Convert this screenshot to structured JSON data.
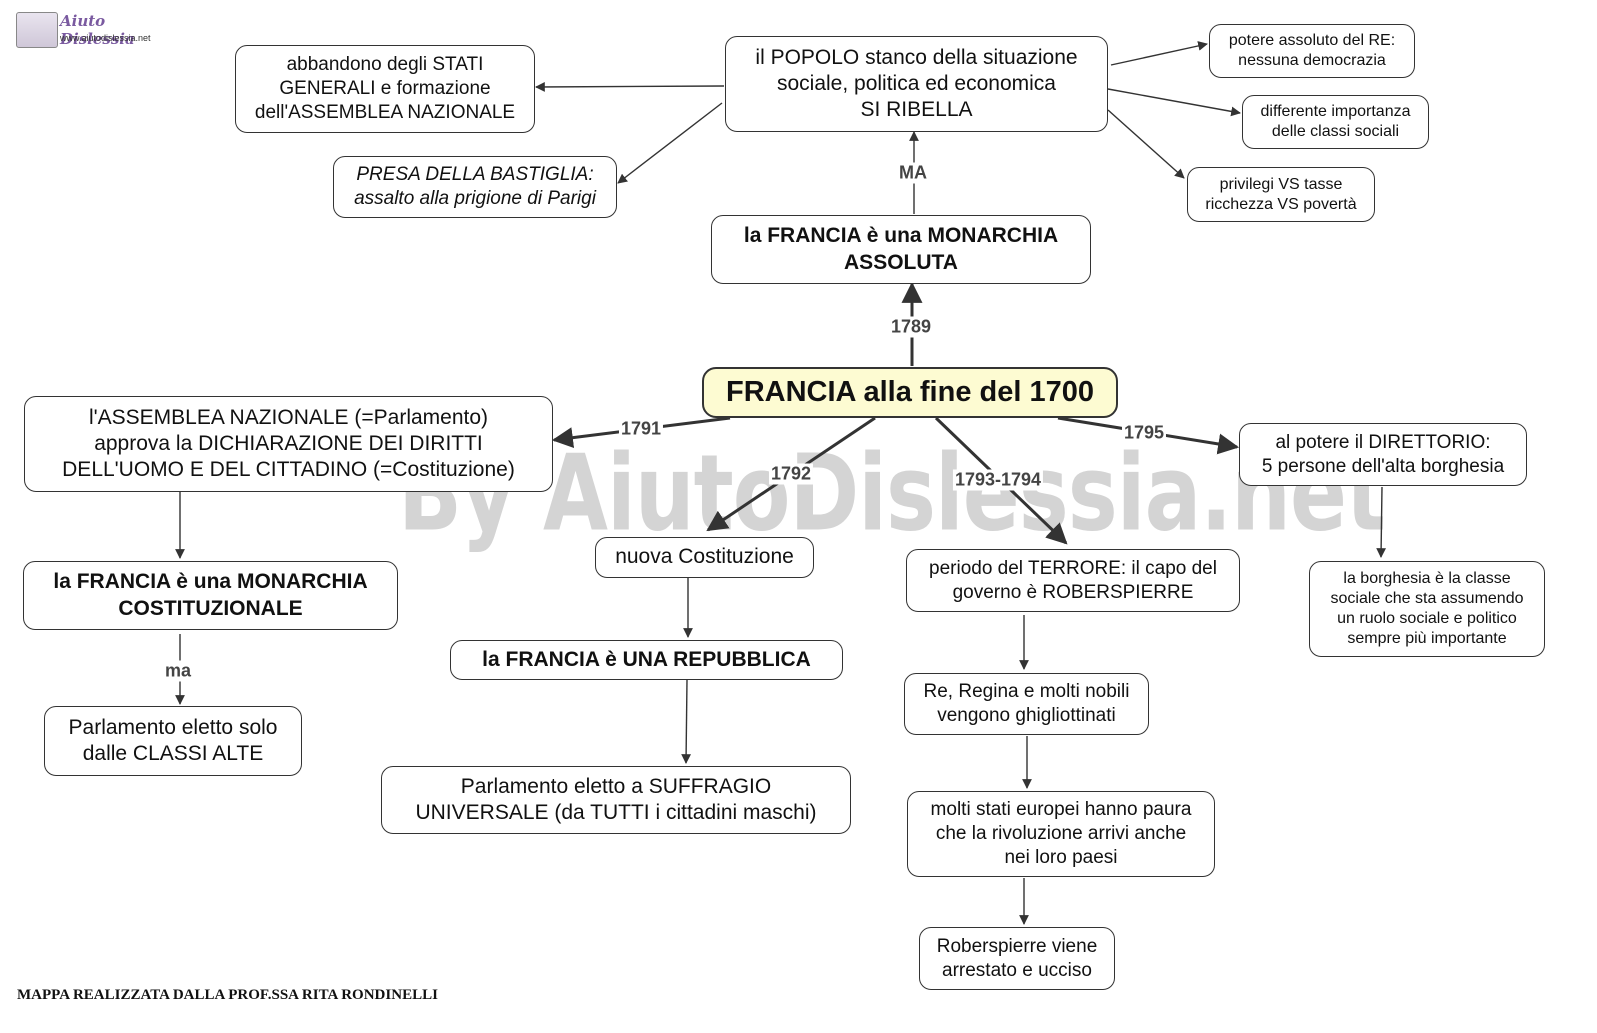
{
  "logo": {
    "title": "Aiuto Dislessia",
    "url": "www.aiutodislessia.net"
  },
  "watermark": "By AiutoDislessia.net",
  "footer": "MAPPA REALIZZATA DALLA PROF.SSA RITA RONDINELLI",
  "nodes": {
    "central": "FRANCIA alla fine del 1700",
    "monarchia_assoluta": "la FRANCIA  è una MONARCHIA\nASSOLUTA",
    "popolo": "il POPOLO stanco della situazione\nsociale, politica ed economica\nSI RIBELLA",
    "abbandono": "abbandono degli STATI\nGENERALI e formazione\ndell'ASSEMBLEA NAZIONALE",
    "bastiglia": "PRESA DELLA BASTIGLIA:\nassalto alla prigione di Parigi",
    "potere_assoluto": "potere assoluto del RE:\nnessuna democrazia",
    "importanza": "differente importanza\ndelle classi sociali",
    "privilegi": "privilegi VS tasse\nricchezza VS povertà",
    "assemblea": "l'ASSEMBLEA NAZIONALE (=Parlamento)\napprova la DICHIARAZIONE DEI DIRITTI\nDELL'UOMO E DEL CITTADINO (=Costituzione)",
    "monarchia_costituzionale": "la FRANCIA è una MONARCHIA\nCOSTITUZIONALE",
    "parlamento_classi_alte": "Parlamento eletto solo\ndalle CLASSI ALTE",
    "nuova_costituzione": "nuova Costituzione",
    "repubblica": "la FRANCIA è UNA REPUBBLICA",
    "suffragio": "Parlamento eletto a SUFFRAGIO\nUNIVERSALE  (da TUTTI i cittadini maschi)",
    "terrore": "periodo del TERRORE: il capo del\ngoverno è ROBERSPIERRE",
    "ghigliottinati": "Re, Regina e molti nobili\nvengono ghigliottinati",
    "stati_europei": "molti stati europei hanno paura\nche la rivoluzione arrivi anche\nnei loro paesi",
    "robespierre": "Roberspierre viene\narrestato  e ucciso",
    "direttorio": "al potere il DIRETTORIO:\n5 persone dell'alta borghesia",
    "borghesia": "la borghesia è la  classe\nsociale che sta assumendo\nun ruolo sociale e politico\nsempre più importante"
  },
  "edge_labels": {
    "e1789": "1789",
    "ma_upper": "MA",
    "e1791": "1791",
    "e1792": "1792",
    "e1793": "1793-1794",
    "e1795": "1795",
    "ma_lower": "ma"
  }
}
